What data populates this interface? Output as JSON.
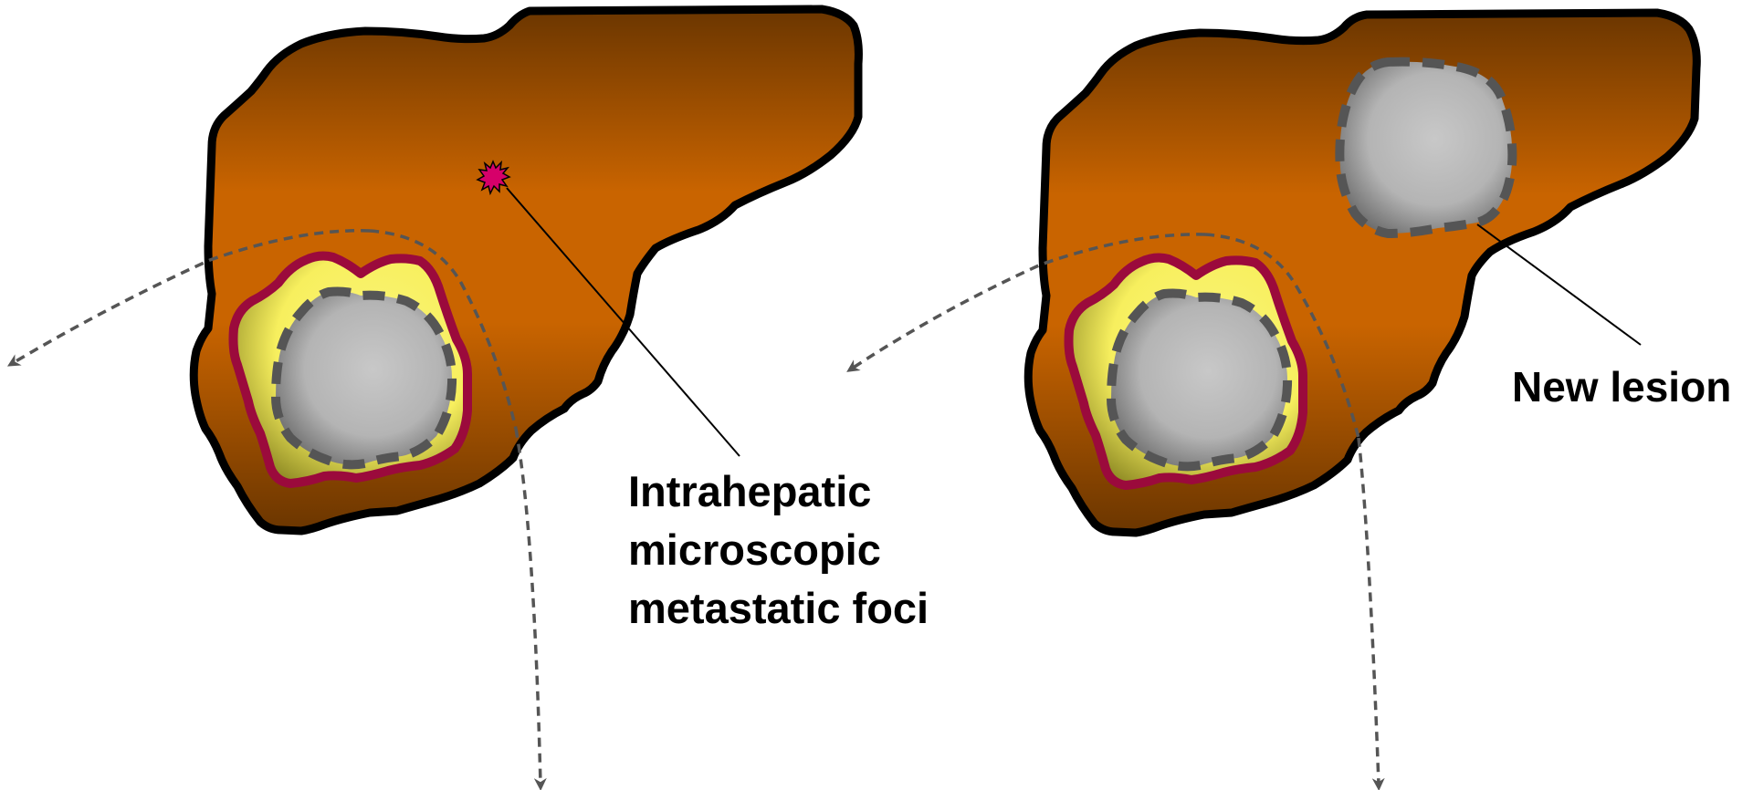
{
  "annotations": {
    "left_label_lines": [
      "Intrahepatic",
      "microscopic",
      "metastatic foci"
    ],
    "right_label": "New lesion"
  },
  "colors": {
    "liver_dark": "#6b3600",
    "liver_mid": "#c96400",
    "liver_outline": "#000000",
    "halo_outer": "#9b0a3c",
    "halo_fill": "#f7ef5e",
    "tumor_light": "#c0c0c0",
    "tumor_dark": "#5a5a5a",
    "dash_gray": "#555555",
    "focus_color": "#d6006a"
  }
}
